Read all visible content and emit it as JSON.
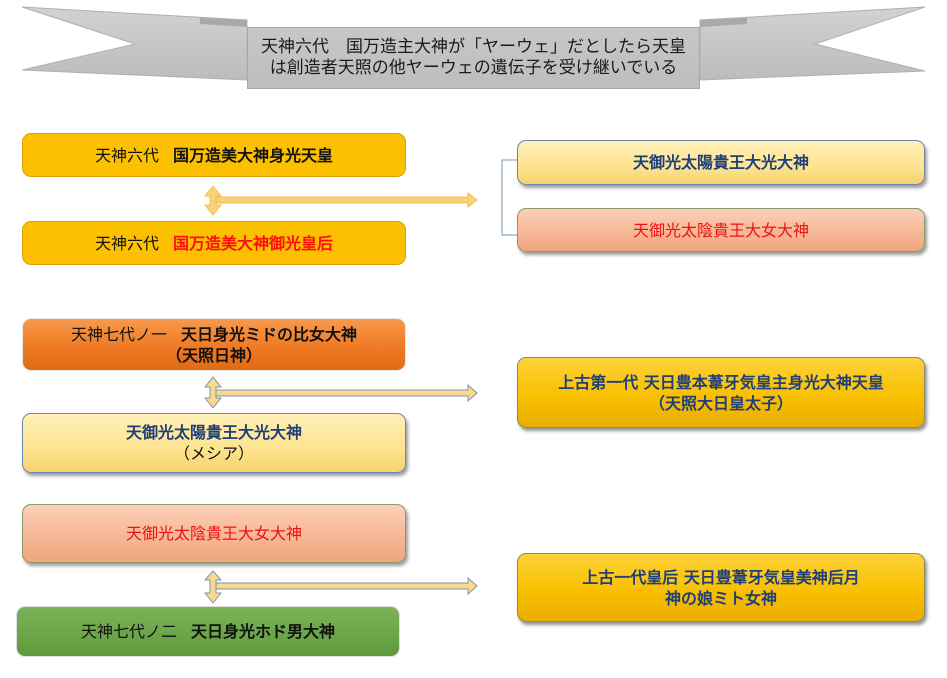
{
  "banner": {
    "line1": "天神六代　国万造主大神が「ヤーウェ」だとしたら天皇",
    "line2": "は創造者天照の他ヤーウェの遺伝子を受け継いでいる"
  },
  "colors": {
    "banner_gray": "#c4c4c4",
    "gold": "#fbc100",
    "pale_yellow": "#fde390",
    "salmon": "#f6b592",
    "orange": "#f07a24",
    "green": "#6aa548",
    "navy_text": "#1f3f78",
    "red_text": "#ff0d0d",
    "arrow_fill": "#f9d98a"
  },
  "group1": {
    "left_top": {
      "prefix": "天神六代",
      "name": "国万造美大神身光天皇"
    },
    "left_bottom": {
      "prefix": "天神六代",
      "name": "国万造美大神御光皇后"
    },
    "right_top": {
      "name": "天御光太陽貴王大光大神"
    },
    "right_bottom": {
      "name": "天御光太陰貴王大女大神"
    }
  },
  "group2": {
    "left_top": {
      "prefix": "天神七代ノ一",
      "name": "天日身光ミドの比女大神",
      "sub": "（天照日神）"
    },
    "left_bottom": {
      "name": "天御光太陽貴王大光大神",
      "sub": "（メシア）"
    },
    "right": {
      "line1": "上古第一代 天日豊本葦牙気皇主身光大神天皇",
      "line2": "（天照大日皇太子）"
    }
  },
  "group3": {
    "left_top": {
      "name": "天御光太陰貴王大女大神"
    },
    "left_bottom": {
      "prefix": "天神七代ノ二",
      "name": "天日身光ホド男大神"
    },
    "right": {
      "line1": "上古一代皇后 天日豊葦牙気皇美神后月",
      "line2": "神の娘ミト女神"
    }
  }
}
